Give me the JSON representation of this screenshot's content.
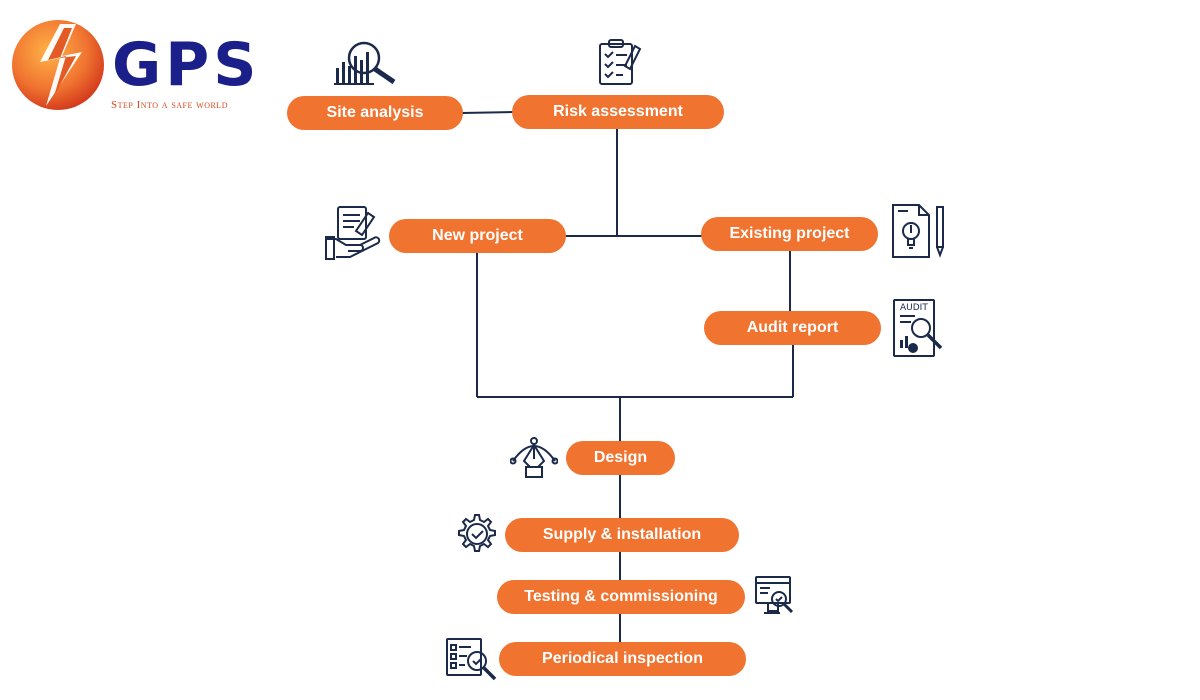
{
  "brand": {
    "name": "GPS",
    "tagline": "Step Into a safe world",
    "colors": {
      "primary": "#1a1f8a",
      "accent": "#f07330",
      "lines": "#1b2a4a"
    }
  },
  "nodes": {
    "site_analysis": "Site analysis",
    "risk_assessment": "Risk assessment",
    "new_project": "New project",
    "existing_project": "Existing project",
    "audit_report": "Audit report",
    "design": "Design",
    "supply_installation": "Supply & installation",
    "testing_commissioning": "Testing & commissioning",
    "periodical_inspection": "Periodical inspection"
  },
  "icons": {
    "audit_doc_label": "AUDIT"
  }
}
